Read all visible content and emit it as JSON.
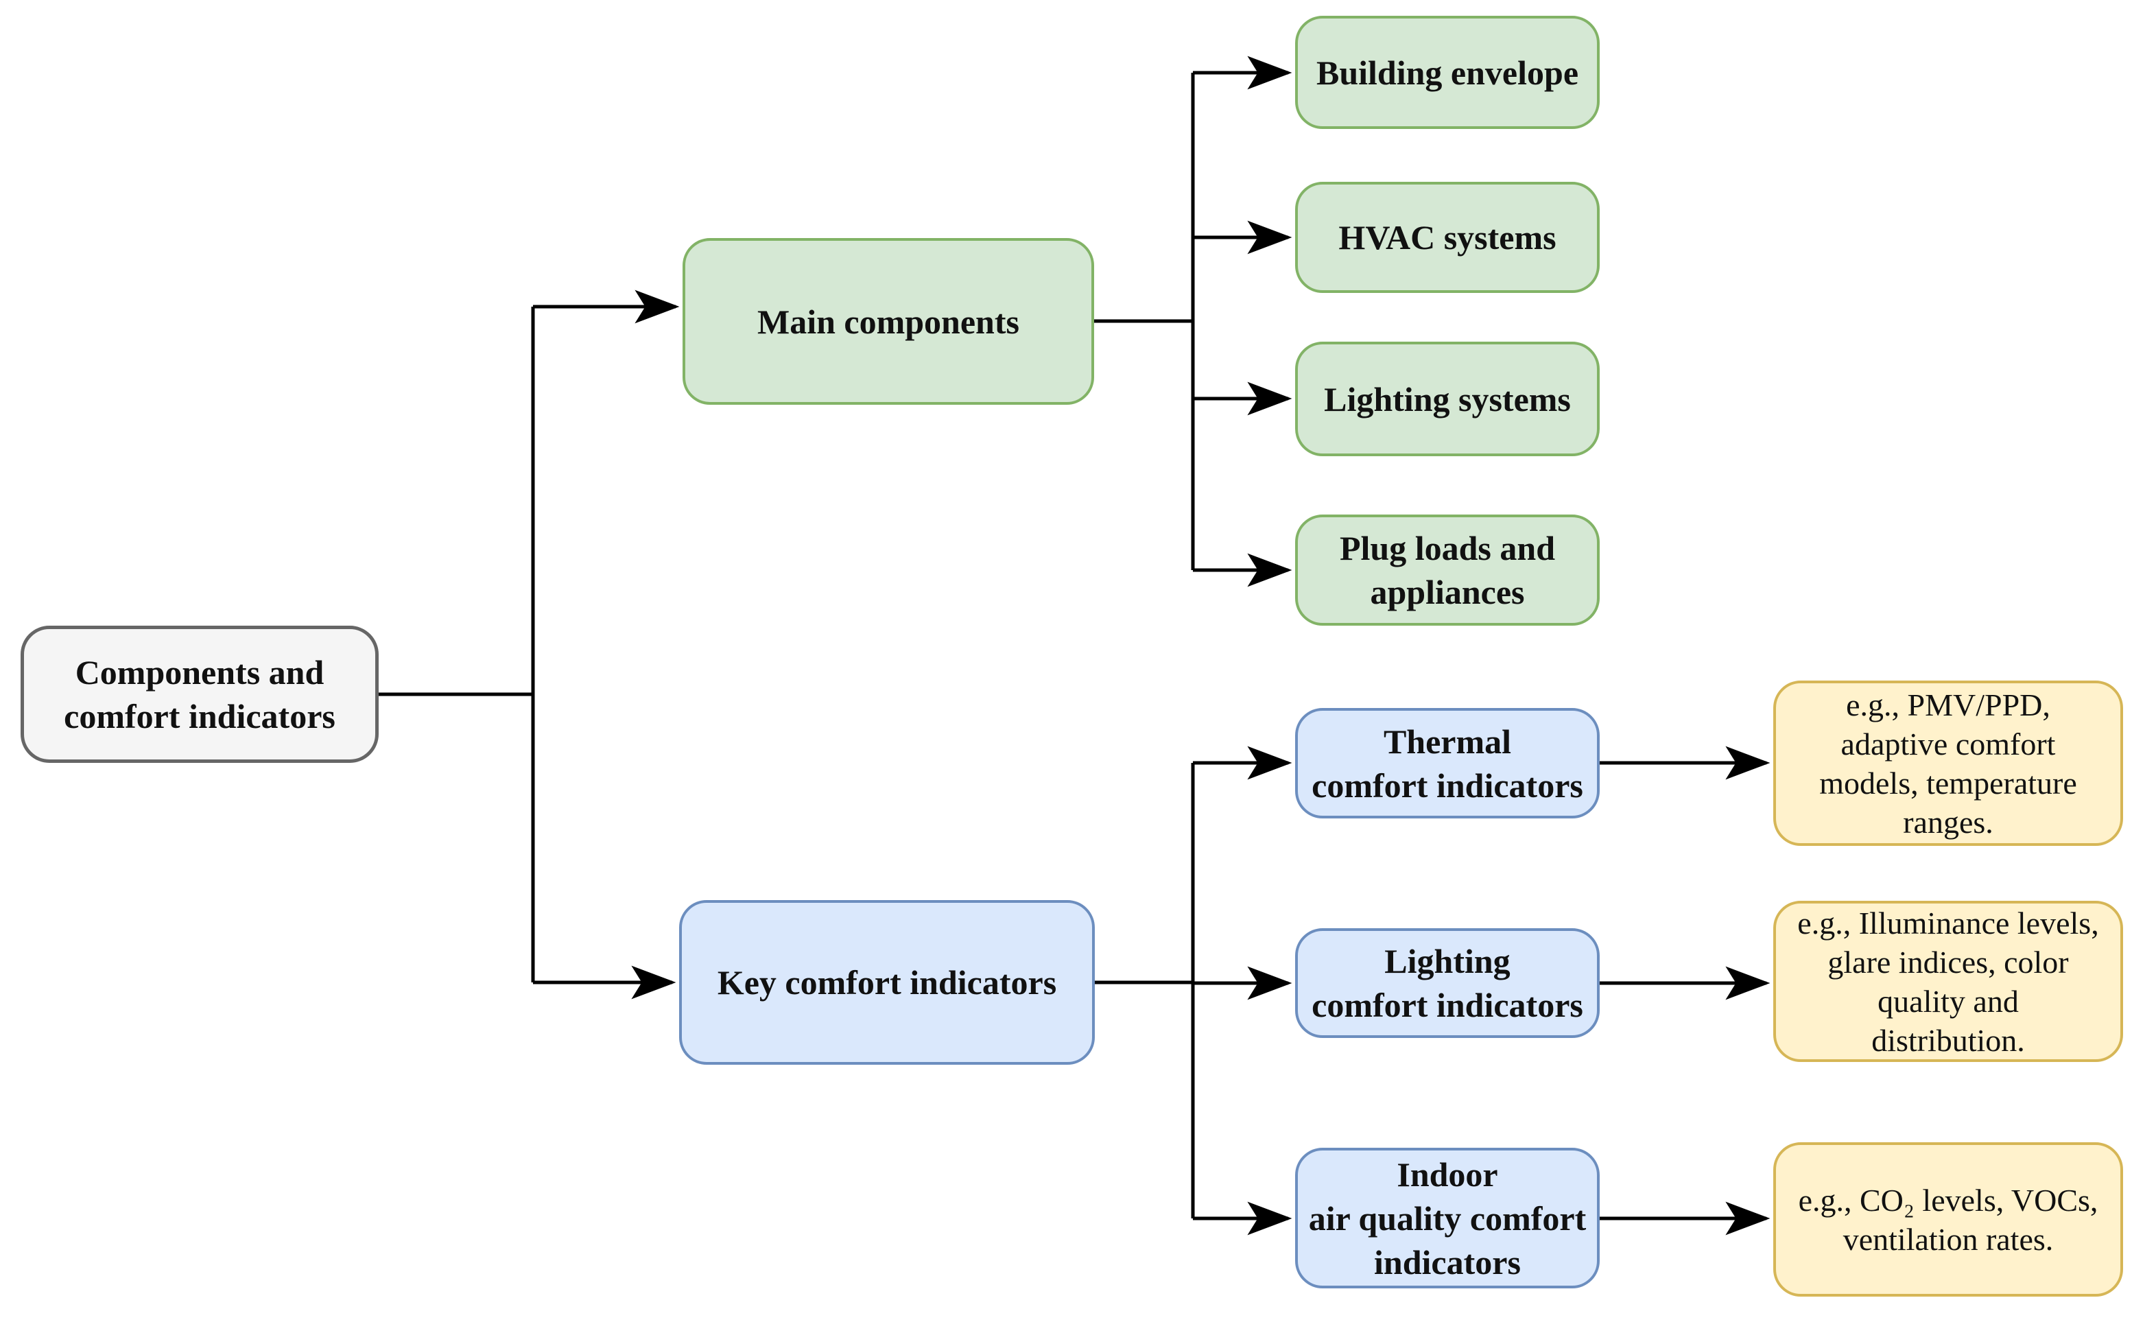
{
  "colors": {
    "green_fill": "#d5e8d4",
    "green_border": "#82b366",
    "blue_fill": "#dae8fc",
    "blue_border": "#6c8ebf",
    "yellow_fill": "#fff2cc",
    "yellow_border": "#d6b656",
    "gray_fill": "#f5f5f5",
    "gray_border": "#666666",
    "connector": "#000000",
    "background": "#ffffff"
  },
  "nodes": {
    "root": {
      "label": "Components and\ncomfort indicators"
    },
    "main_components": {
      "label": "Main components"
    },
    "building_envelope": {
      "label": "Building envelope"
    },
    "hvac_systems": {
      "label": "HVAC systems"
    },
    "lighting_systems": {
      "label": "Lighting systems"
    },
    "plug_loads": {
      "label": "Plug loads and\nappliances"
    },
    "key_comfort": {
      "label": "Key comfort indicators"
    },
    "thermal_comfort": {
      "label": "Thermal\ncomfort indicators"
    },
    "thermal_examples": {
      "label": "e.g., PMV/PPD,\nadaptive comfort\nmodels, temperature\nranges."
    },
    "lighting_comfort": {
      "label": "Lighting\ncomfort indicators"
    },
    "lighting_examples": {
      "label": "e.g., Illuminance levels,\nglare indices, color\nquality and\ndistribution."
    },
    "iaq_comfort": {
      "label": "Indoor\nair quality comfort\nindicators"
    },
    "iaq_examples": {
      "label": "e.g., CO₂ levels, VOCs,\nventilation rates."
    }
  }
}
